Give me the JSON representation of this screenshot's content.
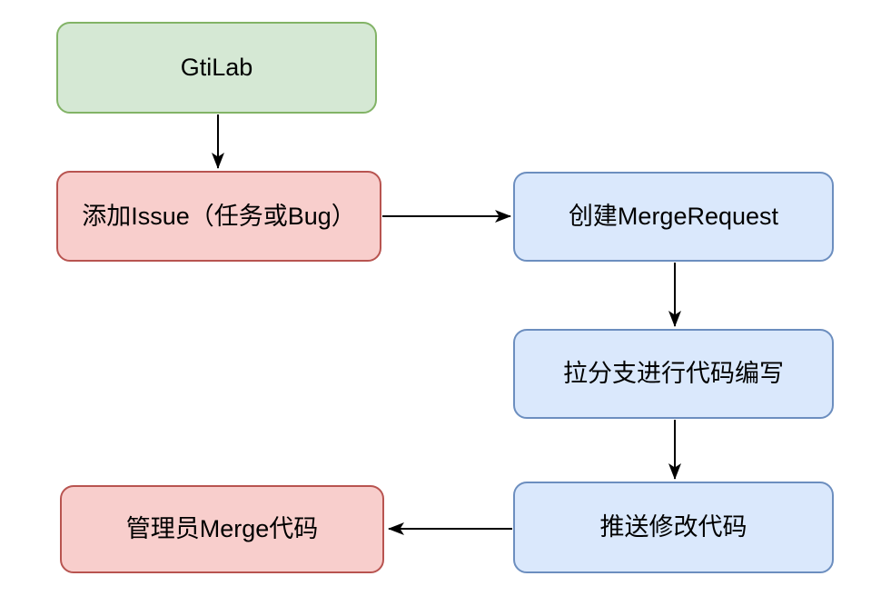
{
  "background": "#ffffff",
  "arrow_color": "#000000",
  "nodes": {
    "gitlab": {
      "label": "GtiLab",
      "fill": "#d5e8d4",
      "border": "#82b366"
    },
    "add_issue": {
      "label": "添加Issue（任务或Bug）",
      "fill": "#f8cecc",
      "border": "#b85450"
    },
    "create_merge_request": {
      "label": "创建MergeRequest",
      "fill": "#dae8fc",
      "border": "#6c8ebf"
    },
    "pull_branch": {
      "label": "拉分支进行代码编写",
      "fill": "#dae8fc",
      "border": "#6c8ebf"
    },
    "push_code": {
      "label": "推送修改代码",
      "fill": "#dae8fc",
      "border": "#6c8ebf"
    },
    "admin_merge": {
      "label": "管理员Merge代码",
      "fill": "#f8cecc",
      "border": "#b85450"
    }
  },
  "edges": [
    {
      "from": "gitlab",
      "to": "add_issue"
    },
    {
      "from": "add_issue",
      "to": "create_merge_request"
    },
    {
      "from": "create_merge_request",
      "to": "pull_branch"
    },
    {
      "from": "pull_branch",
      "to": "push_code"
    },
    {
      "from": "push_code",
      "to": "admin_merge"
    }
  ]
}
